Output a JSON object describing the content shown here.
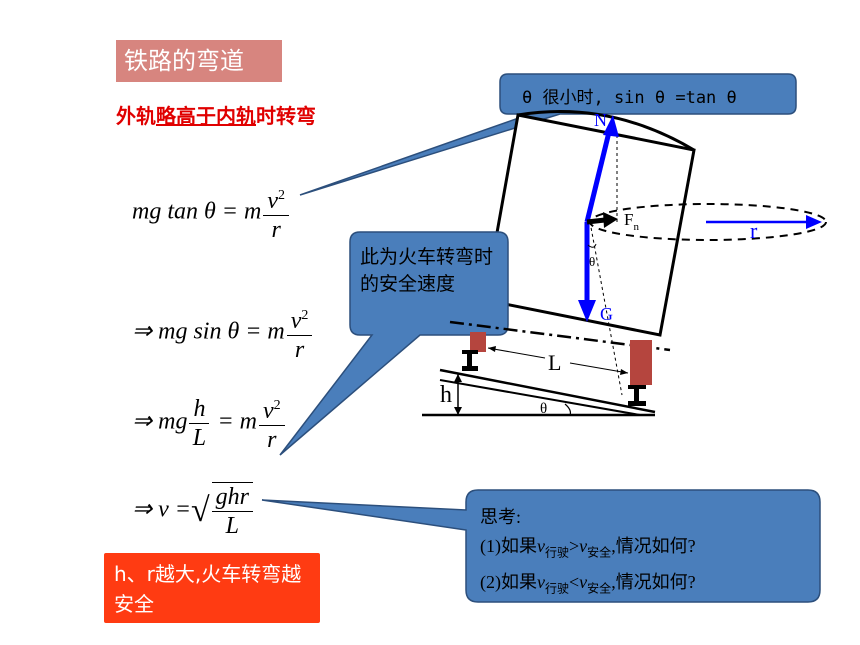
{
  "title": "铁路的弯道",
  "subtitle": {
    "part1": "外轨",
    "part2": "略高于内轨",
    "part3": "时转弯"
  },
  "equations": {
    "eq1": {
      "lhs": "mg tan θ = m",
      "num": "v",
      "den": "r"
    },
    "eq2": {
      "lhs": "⇒ mg sin θ = m",
      "num": "v",
      "den": "r"
    },
    "eq3": {
      "lhs": "⇒ mg",
      "num1": "h",
      "den1": "L",
      "mid": " = m",
      "num2": "v",
      "den2": "r"
    },
    "eq4": {
      "lhs": "⇒ v =",
      "num": "ghr",
      "den": "L"
    },
    "power": "2"
  },
  "callouts": {
    "top": "θ 很小时, sin θ =tan θ",
    "safe": "此为火车转弯时的安全速度",
    "think_title": "思考:",
    "think_q1_a": "(1)如果",
    "think_q1_b": "行驶",
    "think_q1_c": ">",
    "think_q1_d": "安全",
    "think_q1_e": ",情况如何?",
    "think_q2_a": "(2)如果",
    "think_q2_b": "行驶",
    "think_q2_c": "<",
    "think_q2_d": "安全",
    "think_q2_e": ",情况如何?",
    "v_symbol": "v"
  },
  "red_note": "h、r越大,火车转弯越安全",
  "diagram_labels": {
    "N": "N",
    "Fn": "F",
    "Fn_sub": "n",
    "G": "G",
    "theta": "θ",
    "r": "r",
    "L": "L",
    "h": "h"
  },
  "colors": {
    "callout_fill": "#4a7ebb",
    "arrow_blue": "#0000ff",
    "title_bg": "#d7857f",
    "red_note_bg": "#ff3b12",
    "rail_red": "#b5453e"
  }
}
